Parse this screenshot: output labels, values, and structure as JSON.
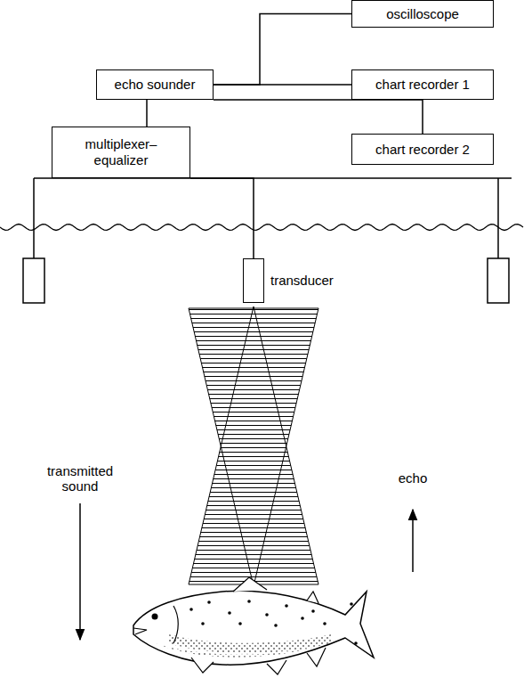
{
  "diagram": {
    "nodes": [
      {
        "text": [
          "oscilloscope"
        ]
      },
      {
        "text": [
          "echo sounder"
        ]
      },
      {
        "text": [
          "chart recorder 1"
        ]
      },
      {
        "text": [
          "chart recorder 2"
        ]
      },
      {
        "text": [
          "multiplexer– equalizer"
        ]
      },
      {
        "text": [
          "transducer"
        ]
      }
    ],
    "edges": [
      {
        "from": 1,
        "to": 0,
        "arrow": "none"
      },
      {
        "from": 1,
        "to": 2,
        "arrow": "none"
      },
      {
        "from": 1,
        "to": 3,
        "arrow": "none"
      },
      {
        "from": 1,
        "to": 4,
        "arrow": "none"
      },
      {
        "from": 4,
        "to": 5,
        "arrow": "none"
      }
    ],
    "labels": [
      "transmitted sound",
      "echo"
    ]
  }
}
